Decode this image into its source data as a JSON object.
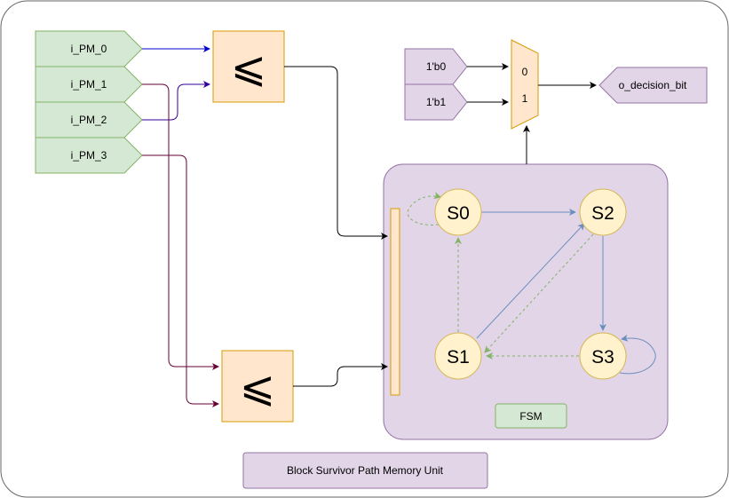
{
  "inputs": [
    "i_PM_0",
    "i_PM_1",
    "i_PM_2",
    "i_PM_3"
  ],
  "comparator_symbol": "⩽",
  "constants": [
    "1'b0",
    "1'b1"
  ],
  "mux": {
    "in0": "0",
    "in1": "1"
  },
  "output": "o_decision_bit",
  "states": [
    "S0",
    "S1",
    "S2",
    "S3"
  ],
  "fsm_label": "FSM",
  "unit_label": "Block Survivor Path Memory Unit",
  "colors": {
    "input_fill": "#d5e8d4",
    "input_stroke": "#82b366",
    "comparator_fill": "#ffe6cc",
    "comparator_stroke": "#d79b00",
    "purple_fill": "#e1d5e7",
    "purple_stroke": "#9673a6",
    "state_fill": "#fff2cc",
    "state_stroke": "#d6b656",
    "mux_fill": "#ffe6cc",
    "blue_wire": "#0000cc",
    "purple_wire": "#330099",
    "red_wire": "#660033",
    "fsm_solid": "#6c8ebf",
    "fsm_dashed": "#82b366"
  }
}
